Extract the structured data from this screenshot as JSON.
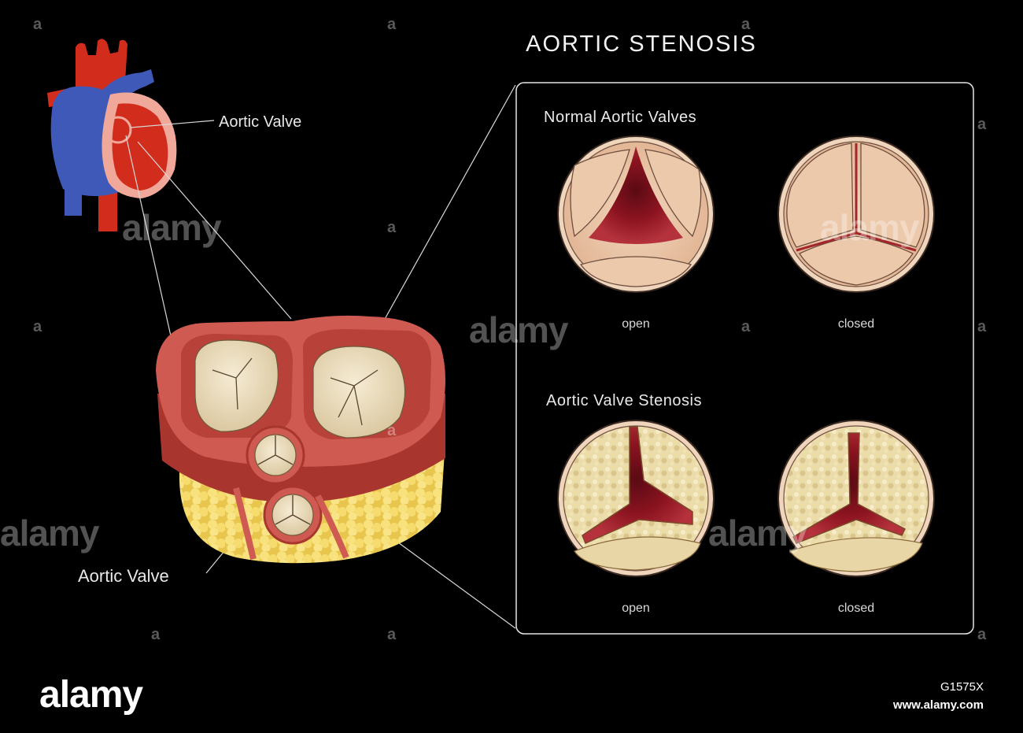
{
  "title": "AORTIC STENOSIS",
  "labels": {
    "heart_aortic_valve": "Aortic Valve",
    "cross_section_aortic_valve": "Aortic Valve"
  },
  "panel": {
    "normal_heading": "Normal Aortic Valves",
    "stenosis_heading": "Aortic Valve Stenosis",
    "normal_open": "open",
    "normal_closed": "closed",
    "stenosis_open": "open",
    "stenosis_closed": "closed"
  },
  "watermark": {
    "brand": "alamy",
    "mark": "a",
    "image_code": "G1575X",
    "site": "www.alamy.com"
  },
  "colors": {
    "background": "#000000",
    "artery_red": "#d22d1c",
    "vein_blue": "#3e59b8",
    "muscle_red": "#c9504a",
    "valve_cream": "#efe3c4",
    "valve_tan": "#e9c4a4",
    "blood_dark": "#8c1420",
    "fat_yellow": "#f6dc6e"
  }
}
